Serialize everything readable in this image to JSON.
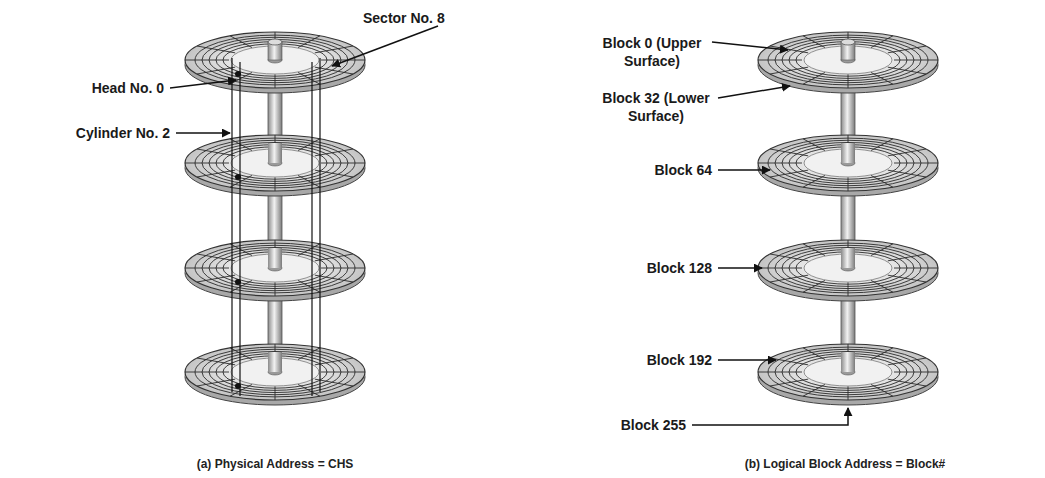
{
  "diagram": {
    "labels": [
      "Sector No. 8",
      "Head No. 0",
      "Cylinder No. 2",
      "Block 0 (Upper Surface)",
      "Block 32 (Lower Surface)",
      "Block 64",
      "Block 128",
      "Block 192",
      "Block 255",
      "(a) Physical Address = CHS",
      "(b) Logical Block Address = Block#"
    ]
  }
}
